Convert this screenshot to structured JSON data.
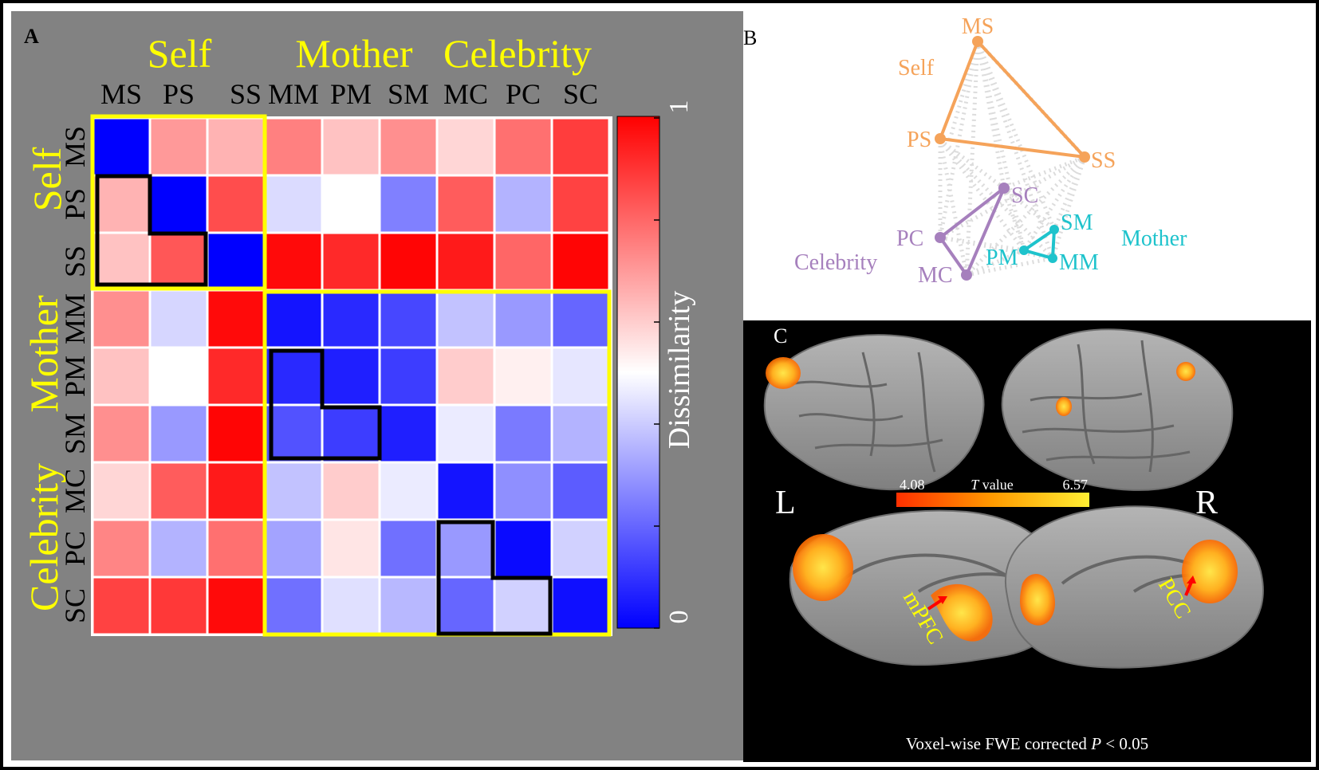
{
  "panelA": {
    "letter": "A",
    "groups": [
      "Self",
      "Mother",
      "Celebrity"
    ],
    "conditions": [
      "MS",
      "PS",
      "SS",
      "MM",
      "PM",
      "SM",
      "MC",
      "PC",
      "SC"
    ],
    "colorbar_label": "Dissimilarity",
    "colorbar_max": "1",
    "colorbar_min": "0"
  },
  "panelB": {
    "letter": "B",
    "groups": [
      {
        "name": "Self",
        "color": "#f5a35a"
      },
      {
        "name": "Mother",
        "color": "#1ec3cc"
      },
      {
        "name": "Celebrity",
        "color": "#a680bd"
      }
    ]
  },
  "panelC": {
    "letter": "C",
    "left_label": "L",
    "right_label": "R",
    "colorbar_min": "4.08",
    "colorbar_max": "6.57",
    "colorbar_label_italic": "T",
    "colorbar_label_rest": " value",
    "roi_left": "mPFC",
    "roi_right": "PCC",
    "footer_text": "Voxel-wise FWE corrected ",
    "footer_italic": "P",
    "footer_rest": " < 0.05"
  },
  "chart_data": {
    "type": "heatmap",
    "rows": [
      "MS",
      "PS",
      "SS",
      "MM",
      "PM",
      "SM",
      "MC",
      "PC",
      "SC"
    ],
    "columns": [
      "MS",
      "PS",
      "SS",
      "MM",
      "PM",
      "SM",
      "MC",
      "PC",
      "SC"
    ],
    "values": [
      [
        0.0,
        0.7,
        0.65,
        0.75,
        0.62,
        0.72,
        0.58,
        0.78,
        0.88
      ],
      [
        0.65,
        0.0,
        0.85,
        0.43,
        0.5,
        0.25,
        0.82,
        0.35,
        0.87
      ],
      [
        0.62,
        0.83,
        0.0,
        0.98,
        0.92,
        0.99,
        0.95,
        0.8,
        0.99
      ],
      [
        0.72,
        0.42,
        0.98,
        0.04,
        0.08,
        0.14,
        0.38,
        0.3,
        0.2
      ],
      [
        0.62,
        0.5,
        0.92,
        0.08,
        0.06,
        0.12,
        0.6,
        0.53,
        0.45
      ],
      [
        0.72,
        0.3,
        0.99,
        0.16,
        0.12,
        0.06,
        0.46,
        0.24,
        0.35
      ],
      [
        0.58,
        0.82,
        0.95,
        0.38,
        0.6,
        0.46,
        0.04,
        0.28,
        0.18
      ],
      [
        0.74,
        0.35,
        0.78,
        0.32,
        0.55,
        0.22,
        0.3,
        0.02,
        0.41
      ],
      [
        0.87,
        0.89,
        0.98,
        0.22,
        0.44,
        0.36,
        0.2,
        0.41,
        0.03
      ]
    ],
    "colorbar_range": [
      0,
      1
    ],
    "colorbar_label": "Dissimilarity"
  }
}
